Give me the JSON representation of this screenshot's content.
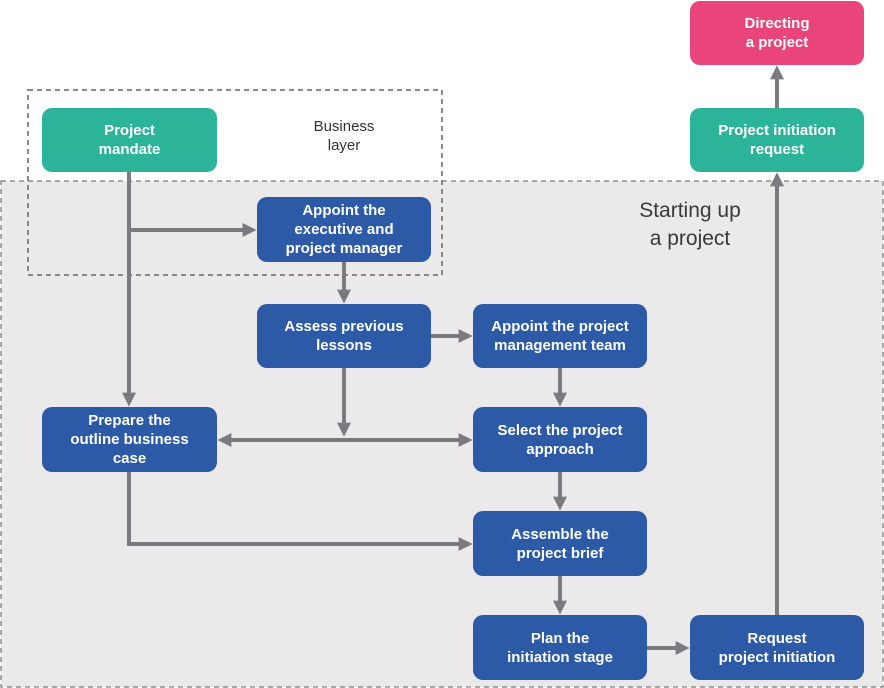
{
  "colors": {
    "teal": "#2cb49a",
    "blue": "#2c5aa7",
    "pink": "#e9457b",
    "arrow": "#7a7a80",
    "region_fill": "#ebe9e9",
    "region_border": "#8e8e8e"
  },
  "labels": {
    "business_layer": [
      "Business",
      "layer"
    ],
    "section": [
      "Starting up",
      "a project"
    ]
  },
  "nodes": [
    {
      "id": "project-mandate",
      "lines": [
        "Project",
        "mandate"
      ],
      "fill": "#2cb49a"
    },
    {
      "id": "appoint-executive",
      "lines": [
        "Appoint the",
        "executive and",
        "project manager"
      ],
      "fill": "#2c5aa7"
    },
    {
      "id": "assess-lessons",
      "lines": [
        "Assess previous",
        "lessons"
      ],
      "fill": "#2c5aa7"
    },
    {
      "id": "appoint-team",
      "lines": [
        "Appoint the project",
        "management team"
      ],
      "fill": "#2c5aa7"
    },
    {
      "id": "outline-business-case",
      "lines": [
        "Prepare the",
        "outline business",
        "case"
      ],
      "fill": "#2c5aa7"
    },
    {
      "id": "select-approach",
      "lines": [
        "Select the project",
        "approach"
      ],
      "fill": "#2c5aa7"
    },
    {
      "id": "assemble-brief",
      "lines": [
        "Assemble the",
        "project brief"
      ],
      "fill": "#2c5aa7"
    },
    {
      "id": "plan-initiation",
      "lines": [
        "Plan the",
        "initiation stage"
      ],
      "fill": "#2c5aa7"
    },
    {
      "id": "request-initiation",
      "lines": [
        "Request",
        "project initiation"
      ],
      "fill": "#2c5aa7"
    },
    {
      "id": "initiation-request",
      "lines": [
        "Project initiation",
        "request"
      ],
      "fill": "#2cb49a"
    },
    {
      "id": "directing",
      "lines": [
        "Directing",
        "a project"
      ],
      "fill": "#e9457b"
    }
  ]
}
